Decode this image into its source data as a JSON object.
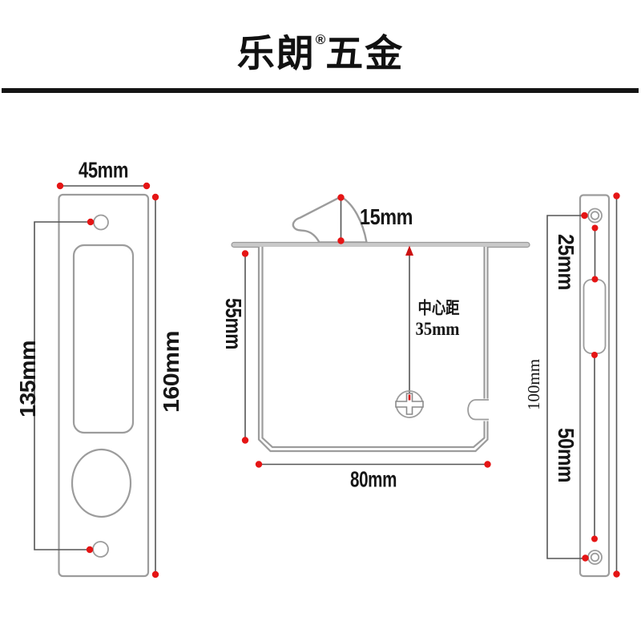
{
  "brand": {
    "prefix": "乐朗",
    "registered_mark": "®",
    "suffix": "五金"
  },
  "views": {
    "faceplate": {
      "width": "45mm",
      "hole_distance": "135mm",
      "height": "160mm"
    },
    "lock_body": {
      "hook_height": "15mm",
      "body_height": "55mm",
      "center_distance_label": "中心距",
      "center_distance_value": "35mm",
      "body_width": "80mm"
    },
    "edge_strip": {
      "hole_to_slot": "25mm",
      "slot_section": "50mm",
      "length": "100mm"
    }
  },
  "colors": {
    "outline_gray": "#9c9c9c",
    "dimension_line": "#555555",
    "marker_red": "#e51515",
    "arrow_red": "#cc1111",
    "text": "#161616",
    "divider": "#141414",
    "plate_bar_fill": "#c9c9c9"
  }
}
